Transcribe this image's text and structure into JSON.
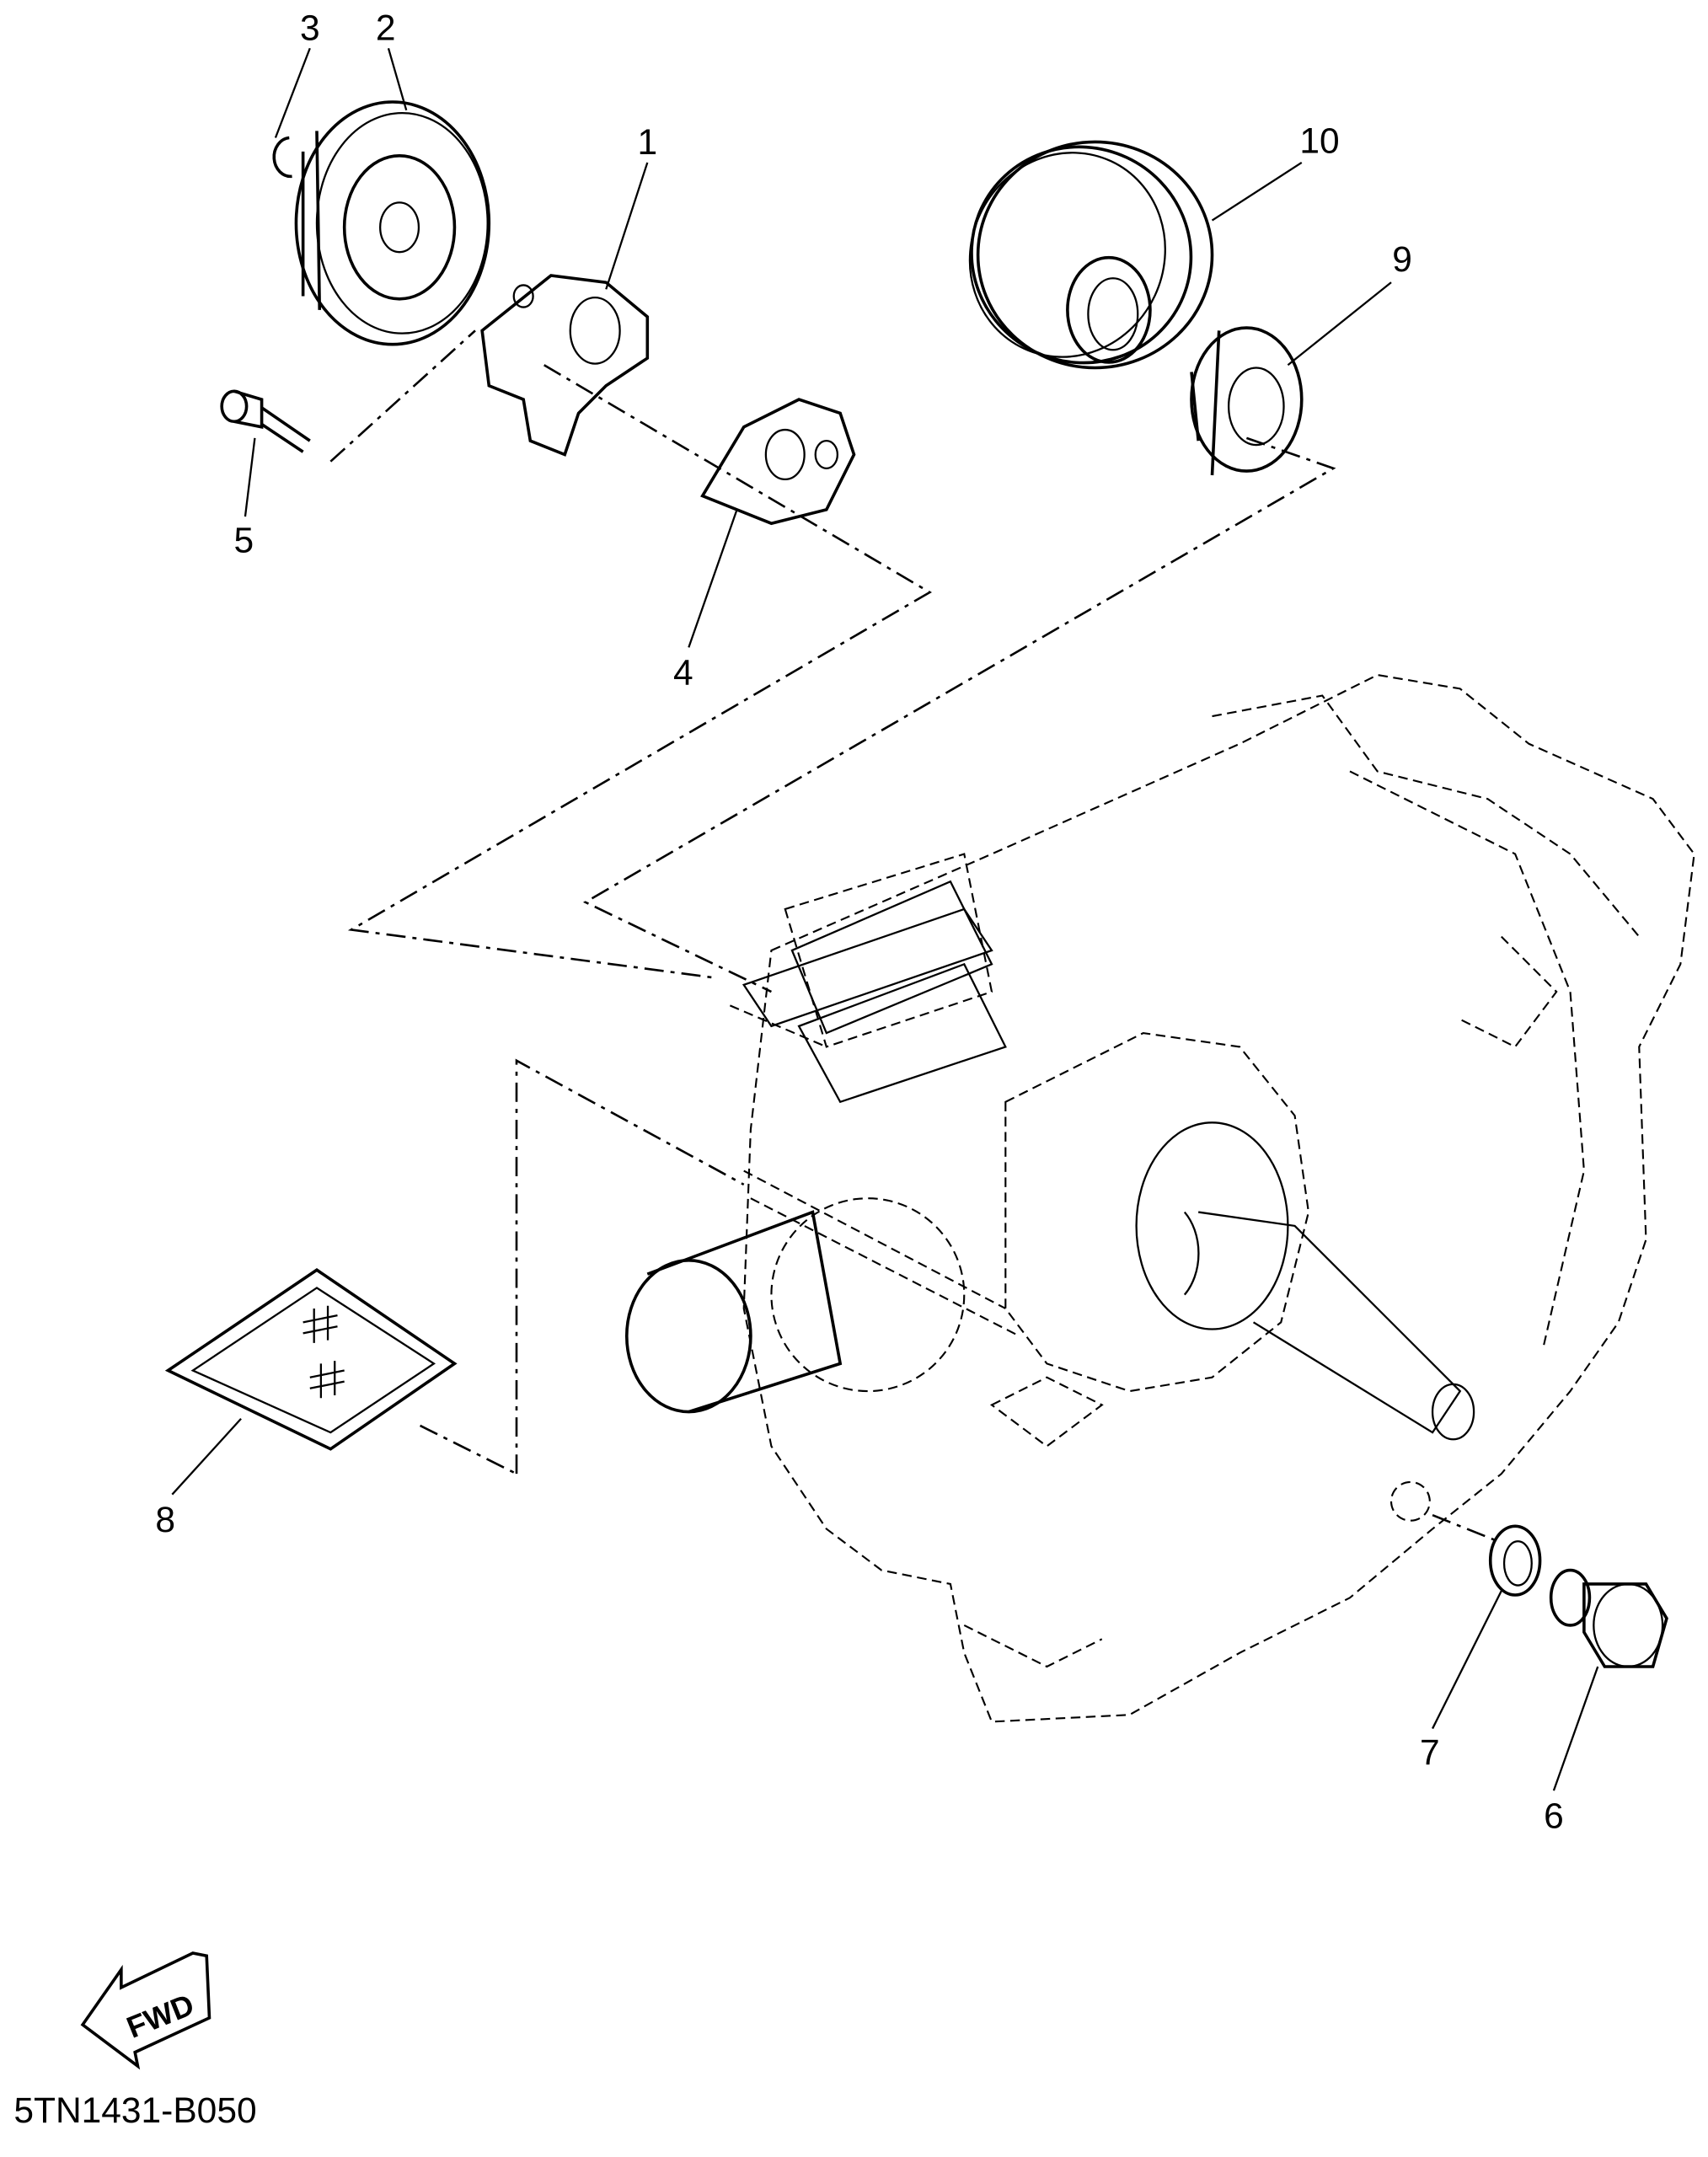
{
  "diagram": {
    "code": "5TN1431-B050",
    "fwd_label": "FWD",
    "callouts": [
      {
        "id": "callout-1",
        "label": "1"
      },
      {
        "id": "callout-2",
        "label": "2"
      },
      {
        "id": "callout-3",
        "label": "3"
      },
      {
        "id": "callout-4",
        "label": "4"
      },
      {
        "id": "callout-5",
        "label": "5"
      },
      {
        "id": "callout-6",
        "label": "6"
      },
      {
        "id": "callout-7",
        "label": "7"
      },
      {
        "id": "callout-8",
        "label": "8"
      },
      {
        "id": "callout-9",
        "label": "9"
      },
      {
        "id": "callout-10",
        "label": "10"
      }
    ],
    "icons": {
      "fwd": "fwd-arrow-icon"
    }
  }
}
